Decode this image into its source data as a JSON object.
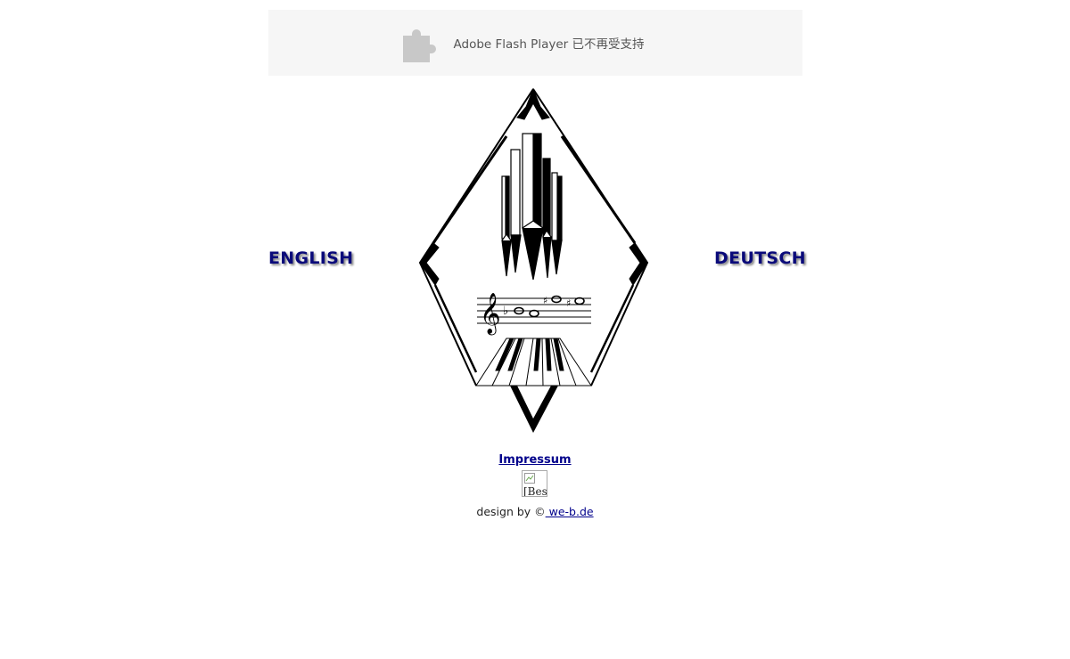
{
  "flash_notice": {
    "icon": "puzzle-icon",
    "message": "Adobe Flash Player 已不再受支持"
  },
  "language_links": {
    "english": "ENGLISH",
    "deutsch": "DEUTSCH"
  },
  "logo": {
    "icon": "organ-pipes-logo"
  },
  "impressum": {
    "label": "Impressum"
  },
  "counter_image": {
    "alt_text": "[Bes"
  },
  "footer": {
    "prefix": "design by ©",
    "link_text": " we-b.de"
  },
  "colors": {
    "link_blue": "#00008b",
    "lang_text": "#0a0a7a",
    "flash_bg": "#f6f6f6"
  }
}
